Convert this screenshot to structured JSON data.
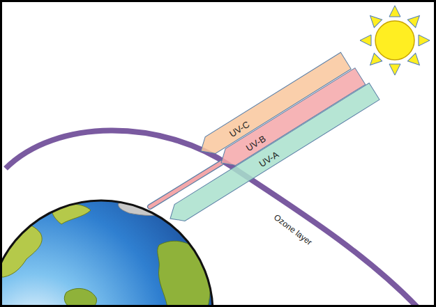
{
  "diagram": {
    "nodes": [
      {
        "text": [
          "UV-C"
        ]
      },
      {
        "text": [
          "UV-B"
        ]
      },
      {
        "text": [
          "UV-A"
        ]
      }
    ],
    "labels": [
      "Ozone layer"
    ]
  }
}
